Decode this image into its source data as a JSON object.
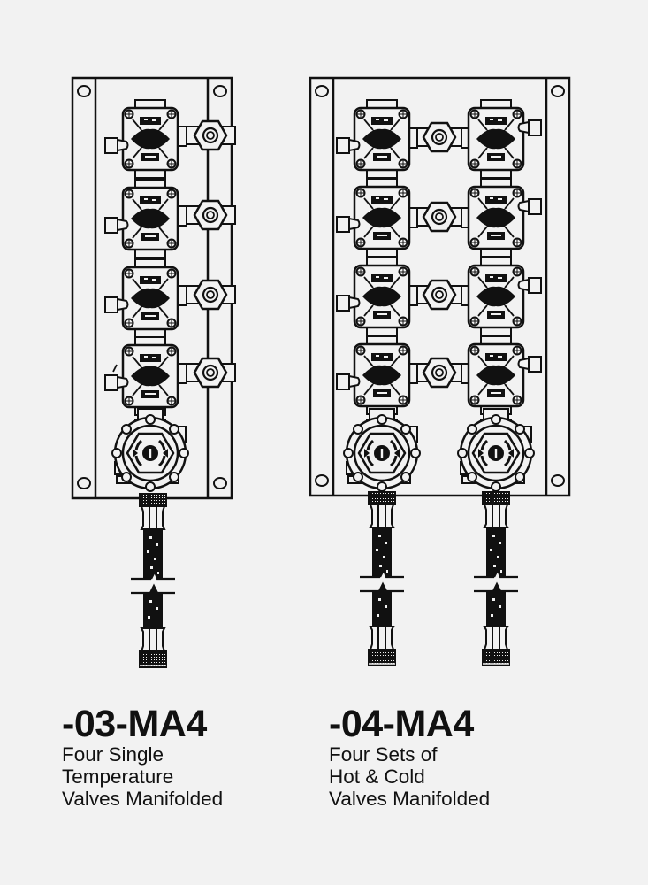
{
  "background_color": "#f2f2f2",
  "line_color": "#111111",
  "assemblies": [
    {
      "model": "-03-MA4",
      "description": [
        "Four Single",
        "Temperature",
        "Valves Manifolded"
      ],
      "valve_rows": 4,
      "valves_per_row": 1,
      "hoses": 1
    },
    {
      "model": "-04-MA4",
      "description": [
        "Four Sets of",
        "Hot & Cold",
        "Valves Manifolded"
      ],
      "valve_rows": 4,
      "valves_per_row": 2,
      "hoses": 2
    }
  ]
}
